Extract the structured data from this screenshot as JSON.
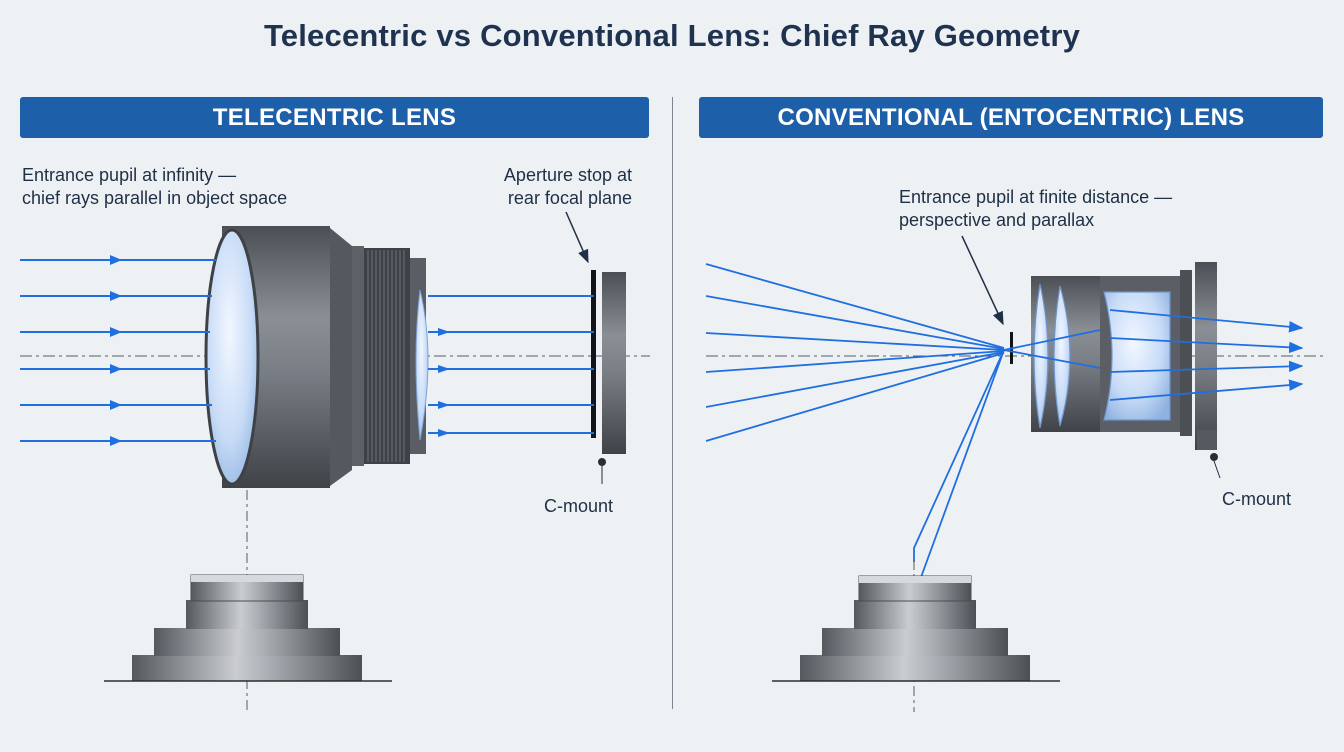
{
  "title": "Telecentric vs Conventional Lens: Chief Ray Geometry",
  "left_panel": {
    "banner": "TELECENTRIC LENS",
    "pupil_label": [
      "Entrance pupil at infinity —",
      "chief rays parallel in object space"
    ],
    "stop_label": [
      "Aperture stop at",
      "rear focal plane"
    ],
    "mount_label": "C-mount"
  },
  "right_panel": {
    "banner": "CONVENTIONAL (ENTOCENTRIC) LENS",
    "pupil_label": [
      "Entrance pupil at finite distance —",
      "perspective and parallax"
    ],
    "mount_label": "C-mount"
  },
  "colors": {
    "ray": "#1f6fe0",
    "banner": "#1d5fa8",
    "title": "#1f3350",
    "lens_body": "#6b6f75",
    "glass": "#cfe2fb"
  }
}
